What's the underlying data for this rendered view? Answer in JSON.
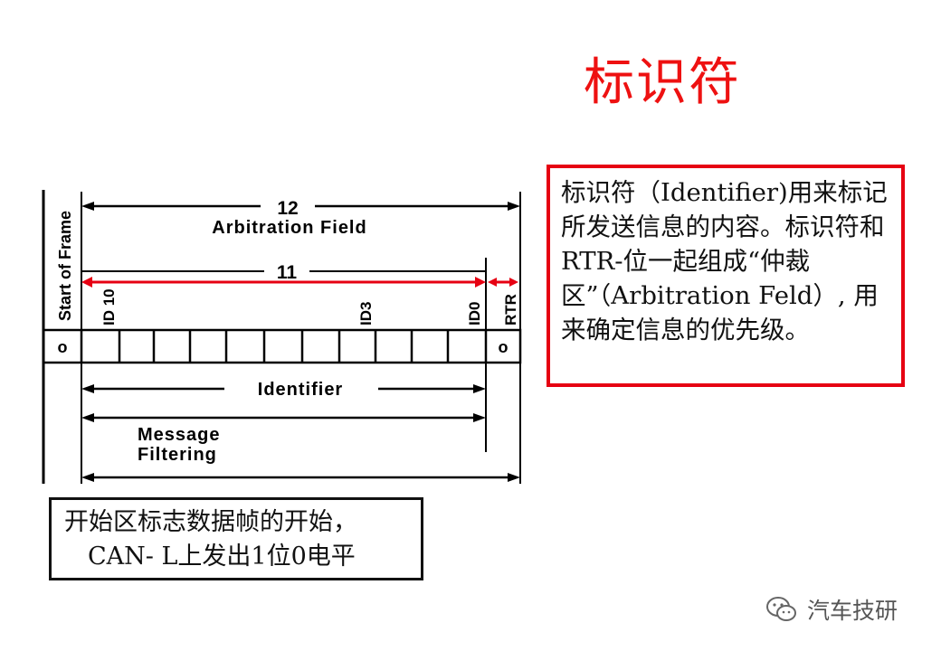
{
  "title": "标识符",
  "diagram": {
    "field_length_total": "12",
    "arbitration_field_label": "Arbitration Field",
    "identifier_length": "11",
    "start_of_frame_label": "Start of Frame",
    "id10_label": "ID 10",
    "id3_label": "ID3",
    "id0_label": "ID0",
    "rtr_label": "RTR",
    "sof_bit": "o",
    "rtr_bit": "o",
    "identifier_label": "Identifier",
    "message_filtering_line1": "Message",
    "message_filtering_line2": "Filtering",
    "colors": {
      "highlight": "#e60012",
      "ink": "#000000"
    }
  },
  "note": {
    "text": "标识符（Identifier)用来标记所发送信息的内容。标识符和 RTR-位一起组成“仲裁区”（Arbitration Feld）, 用来确定信息的优先级。"
  },
  "sof_note": {
    "line1": "开始区标志数据帧的开始，",
    "line2": "CAN- L上发出1位0电平"
  },
  "watermark": {
    "icon": "wechat-icon",
    "text": "汽车技研"
  }
}
